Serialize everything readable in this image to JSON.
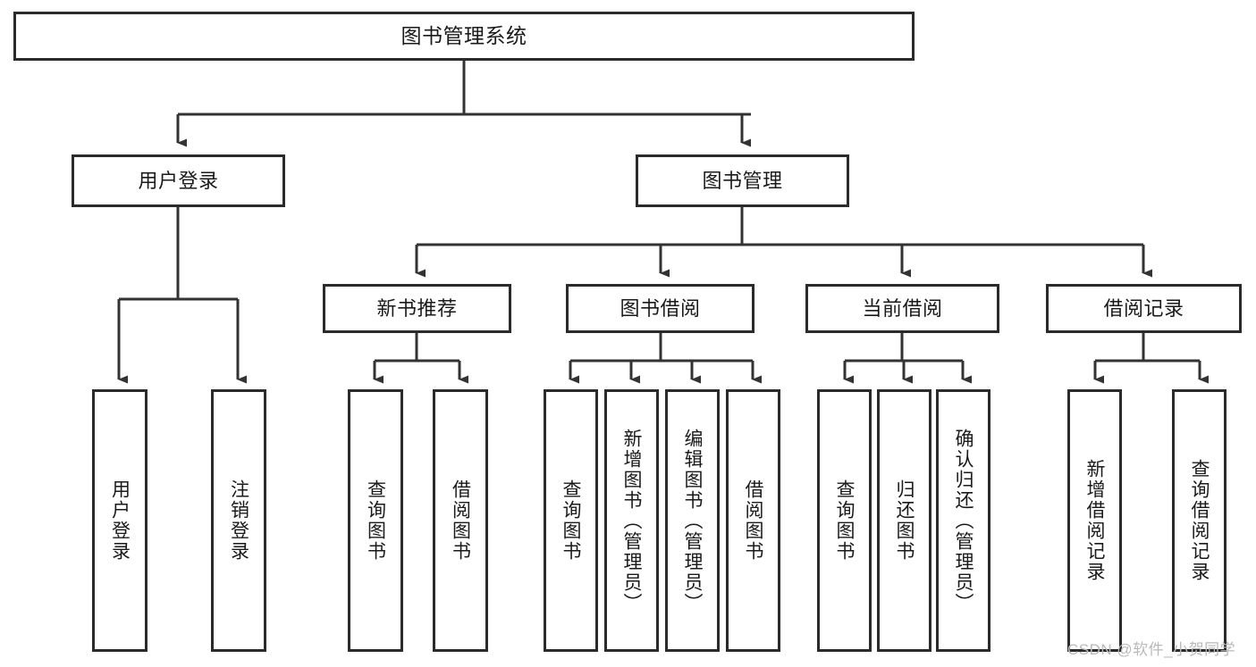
{
  "diagram": {
    "type": "tree-hierarchy",
    "title": "图书管理系统",
    "watermark": "CSDN @软件_小贺同学",
    "colors": {
      "box_border": "#2b2b2b",
      "box_fill": "#ffffff",
      "connector": "#333333",
      "text": "#1a1a1a",
      "watermark": "#b9b9b9",
      "background": "#ffffff"
    },
    "nodes": {
      "root": {
        "label": "图书管理系统"
      },
      "level2": [
        {
          "id": "user-login",
          "label": "用户登录"
        },
        {
          "id": "book-manage",
          "label": "图书管理"
        }
      ],
      "level3": [
        {
          "id": "new-book-recommend",
          "label": "新书推荐"
        },
        {
          "id": "book-borrow",
          "label": "图书借阅"
        },
        {
          "id": "current-borrow",
          "label": "当前借阅"
        },
        {
          "id": "borrow-record",
          "label": "借阅记录"
        }
      ],
      "leaves": {
        "user_login": [
          {
            "id": "leaf-user-login",
            "label": "用户登录"
          },
          {
            "id": "leaf-logout",
            "label": "注销登录"
          }
        ],
        "new_book_recommend": [
          {
            "id": "leaf-query-book-1",
            "label": "查询图书"
          },
          {
            "id": "leaf-borrow-book-1",
            "label": "借阅图书"
          }
        ],
        "book_borrow": [
          {
            "id": "leaf-query-book-2",
            "label": "查询图书"
          },
          {
            "id": "leaf-add-book",
            "label": "新增图书（管理员）"
          },
          {
            "id": "leaf-edit-book",
            "label": "编辑图书（管理员）"
          },
          {
            "id": "leaf-borrow-book-2",
            "label": "借阅图书"
          }
        ],
        "current_borrow": [
          {
            "id": "leaf-query-book-3",
            "label": "查询图书"
          },
          {
            "id": "leaf-return-book",
            "label": "归还图书"
          },
          {
            "id": "leaf-confirm-return",
            "label": "确认归还（管理员）"
          }
        ],
        "borrow_record": [
          {
            "id": "leaf-add-record",
            "label": "新增借阅记录"
          },
          {
            "id": "leaf-query-record",
            "label": "查询借阅记录"
          }
        ]
      }
    }
  }
}
